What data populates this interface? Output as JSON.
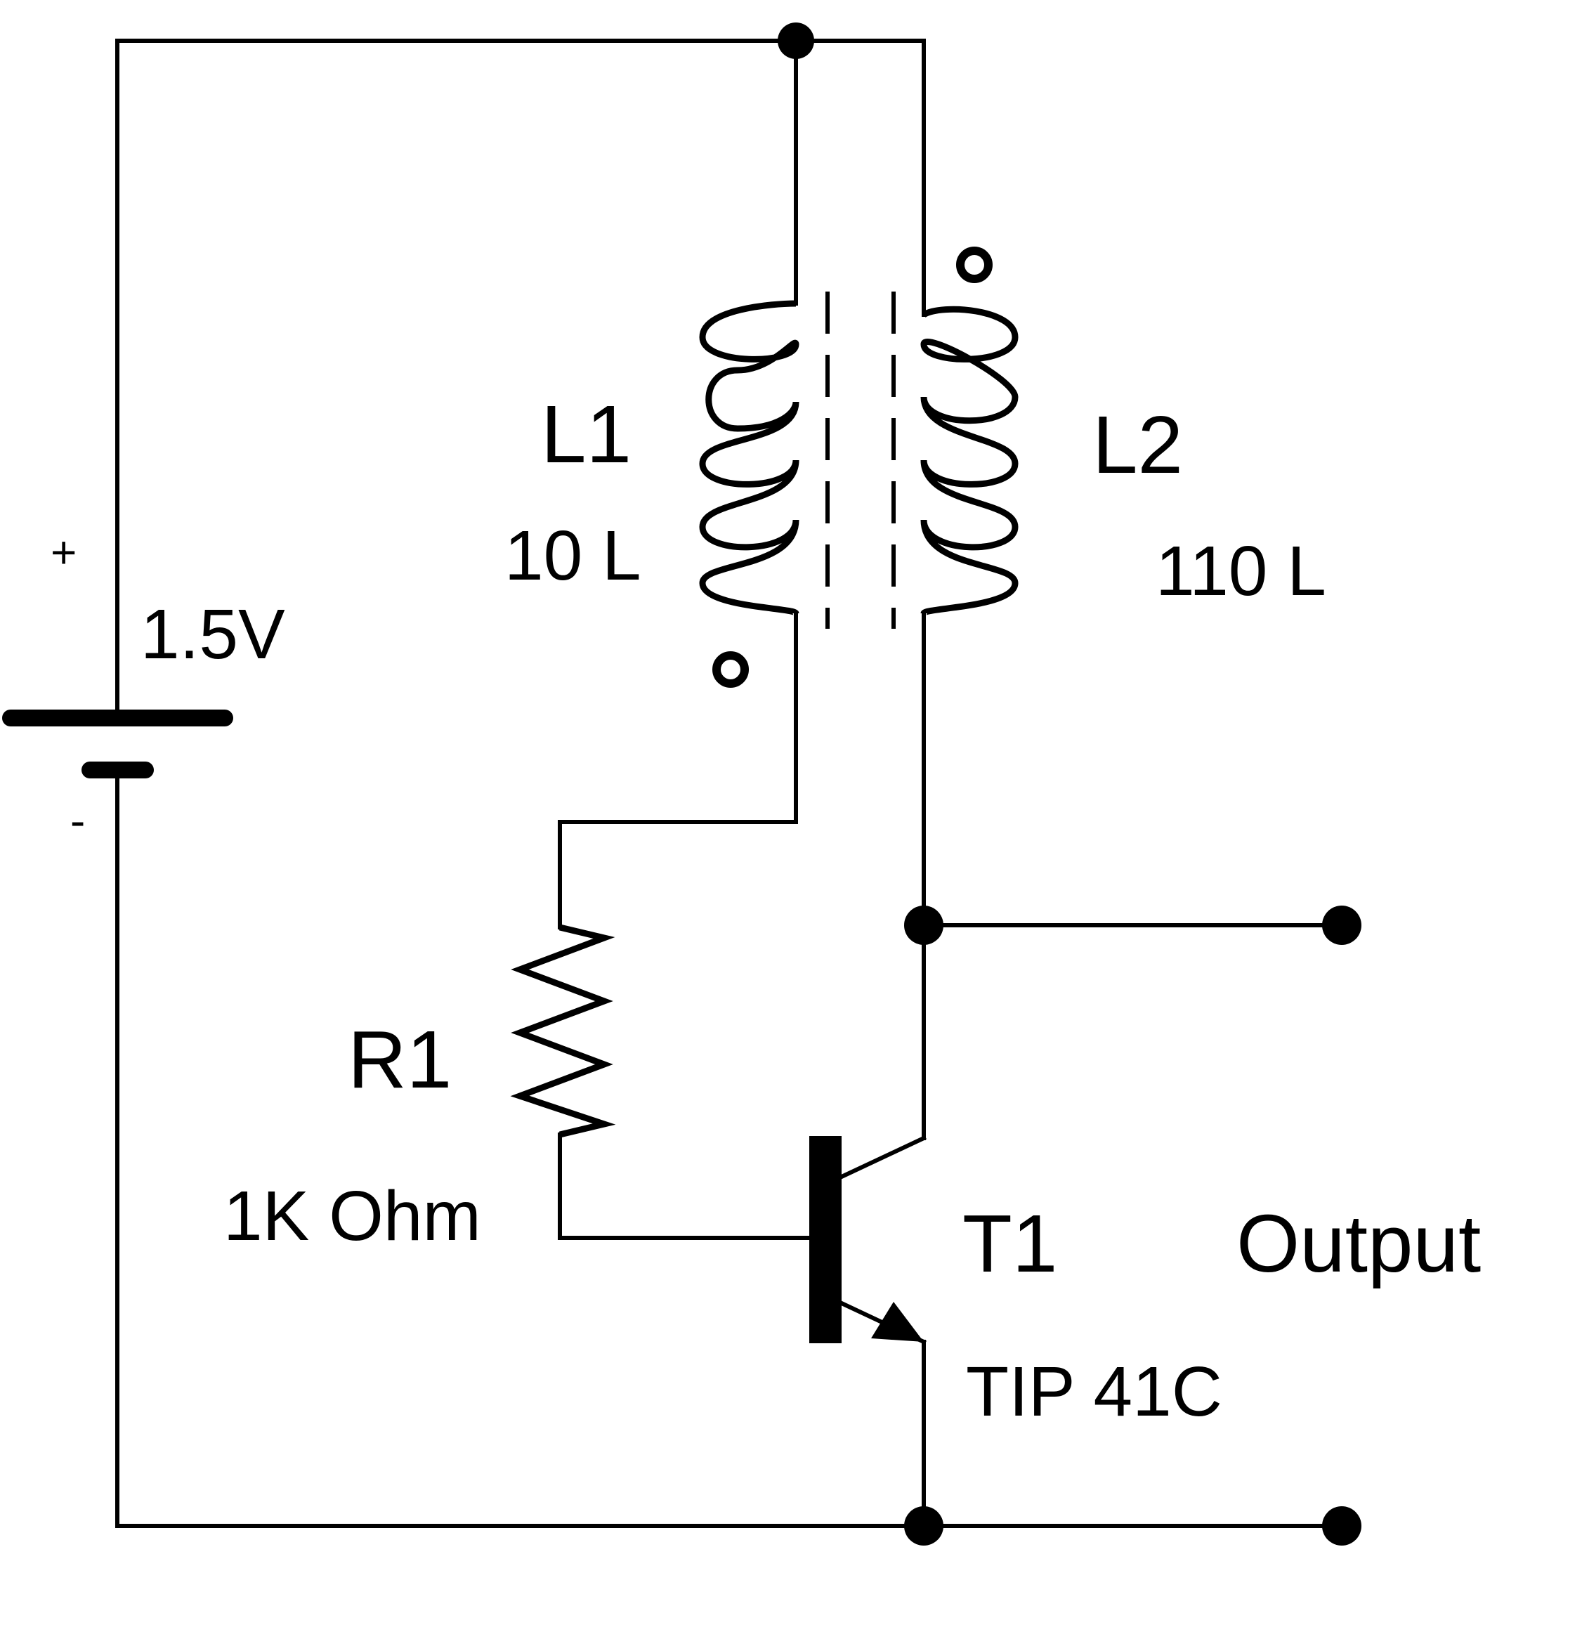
{
  "labels": {
    "battery_plus": "+",
    "battery_minus": "-",
    "battery_voltage": "1.5V",
    "l1_name": "L1",
    "l1_turns": "10 L",
    "l2_name": "L2",
    "l2_turns": "110 L",
    "r1_name": "R1",
    "r1_value": "1K Ohm",
    "t1_name": "T1",
    "t1_part": "TIP 41C",
    "output": "Output"
  }
}
